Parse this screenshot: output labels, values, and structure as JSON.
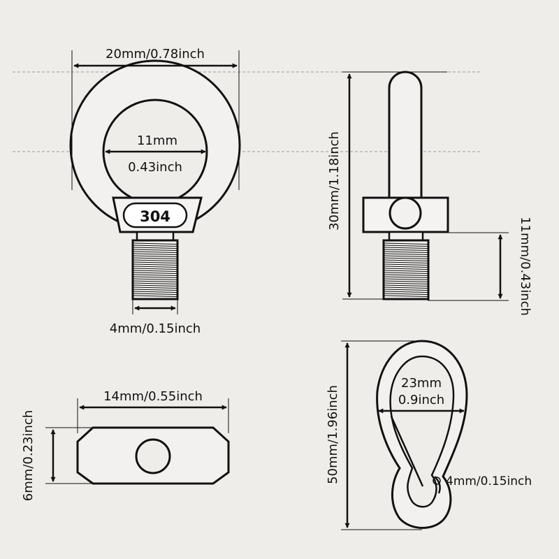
{
  "eye_bolt_front": {
    "width_label": "20mm/0.78inch",
    "inner_mm_label": "11mm",
    "inner_inch_label": "0.43inch",
    "stamp_label": "304",
    "thread_label": "4mm/0.15inch"
  },
  "eye_bolt_side": {
    "height_label": "30mm/1.18inch",
    "thread_length_label": "11mm/0.43inch"
  },
  "nut": {
    "width_label": "14mm/0.55inch",
    "height_label": "6mm/0.23inch"
  },
  "snap_hook": {
    "height_label": "50mm/1.96inch",
    "inner_mm_label": "23mm",
    "inner_inch_label": "0.9inch",
    "wire_label": "4mm/0.15inch"
  },
  "colors": {
    "background": "#efedea",
    "line": "#111111",
    "guide": "#9a9a9a"
  }
}
